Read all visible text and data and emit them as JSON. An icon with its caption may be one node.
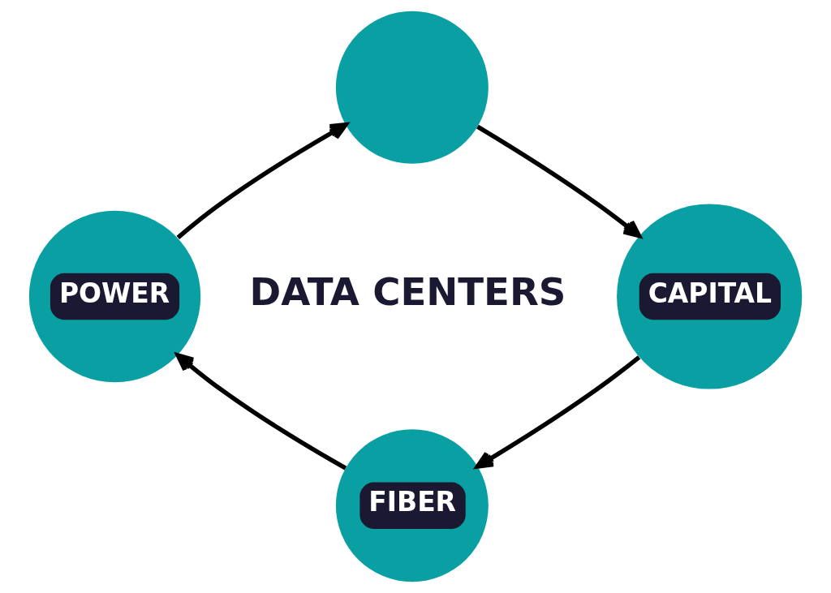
{
  "diagram": {
    "nodes": [
      {
        "text": [],
        "shape": "circle"
      },
      {
        "text": [
          "POWER"
        ]
      },
      {
        "text": [
          "CAPITAL"
        ]
      },
      {
        "text": [
          "FIBER"
        ]
      }
    ],
    "edges": [
      {
        "from": 0,
        "to": 2,
        "arrow": "to"
      },
      {
        "from": 2,
        "to": 3,
        "arrow": "to"
      },
      {
        "from": 3,
        "to": 1,
        "arrow": "to"
      },
      {
        "from": 1,
        "to": 0,
        "arrow": "to"
      }
    ],
    "labels": [
      "DATA CENTERS"
    ]
  }
}
